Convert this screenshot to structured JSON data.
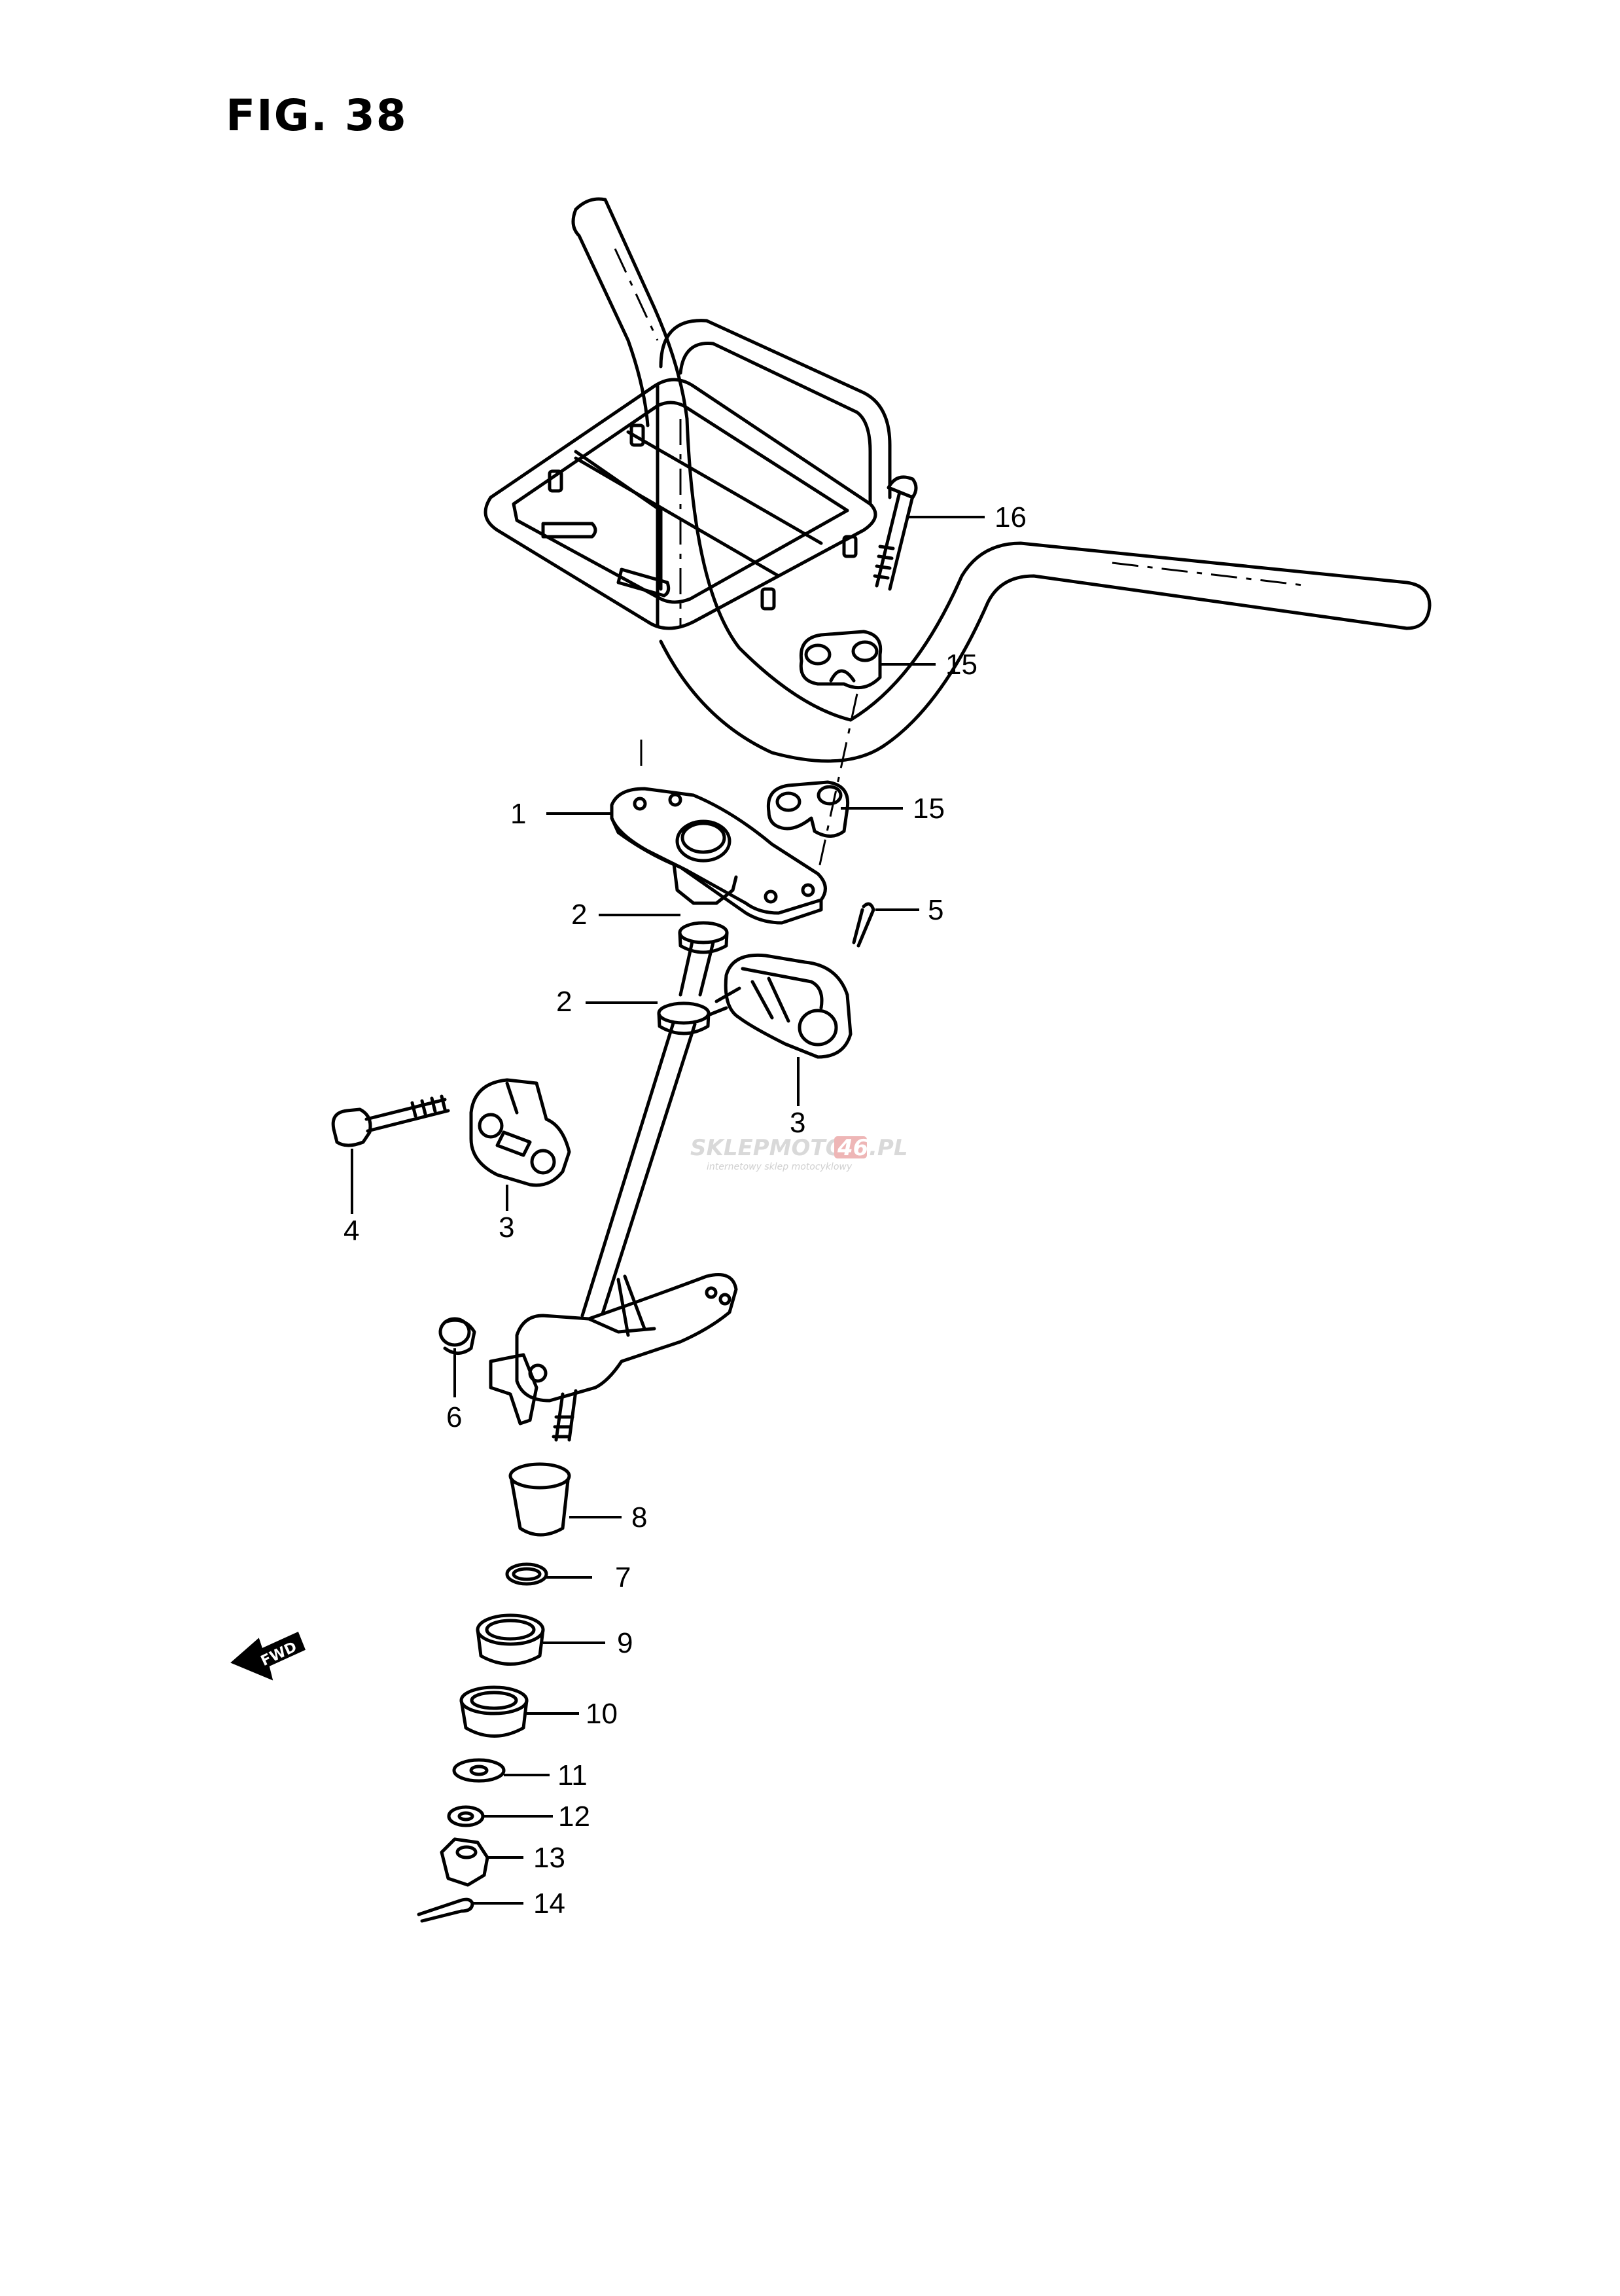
{
  "figure": {
    "title": "FIG. 38"
  },
  "callouts": [
    "1",
    "2",
    "2",
    "3",
    "3",
    "4",
    "5",
    "6",
    "7",
    "8",
    "9",
    "10",
    "11",
    "12",
    "13",
    "14",
    "15",
    "15",
    "16"
  ],
  "watermark": {
    "brand_left": "SKLEPMOTO",
    "brand_box": "46",
    "brand_right": ".PL",
    "tagline": "internetowy sklep motocyklowy",
    "color": "#d9d9d9",
    "accent": "#e05050"
  },
  "fwd_arrow": {
    "label": "FWD"
  }
}
